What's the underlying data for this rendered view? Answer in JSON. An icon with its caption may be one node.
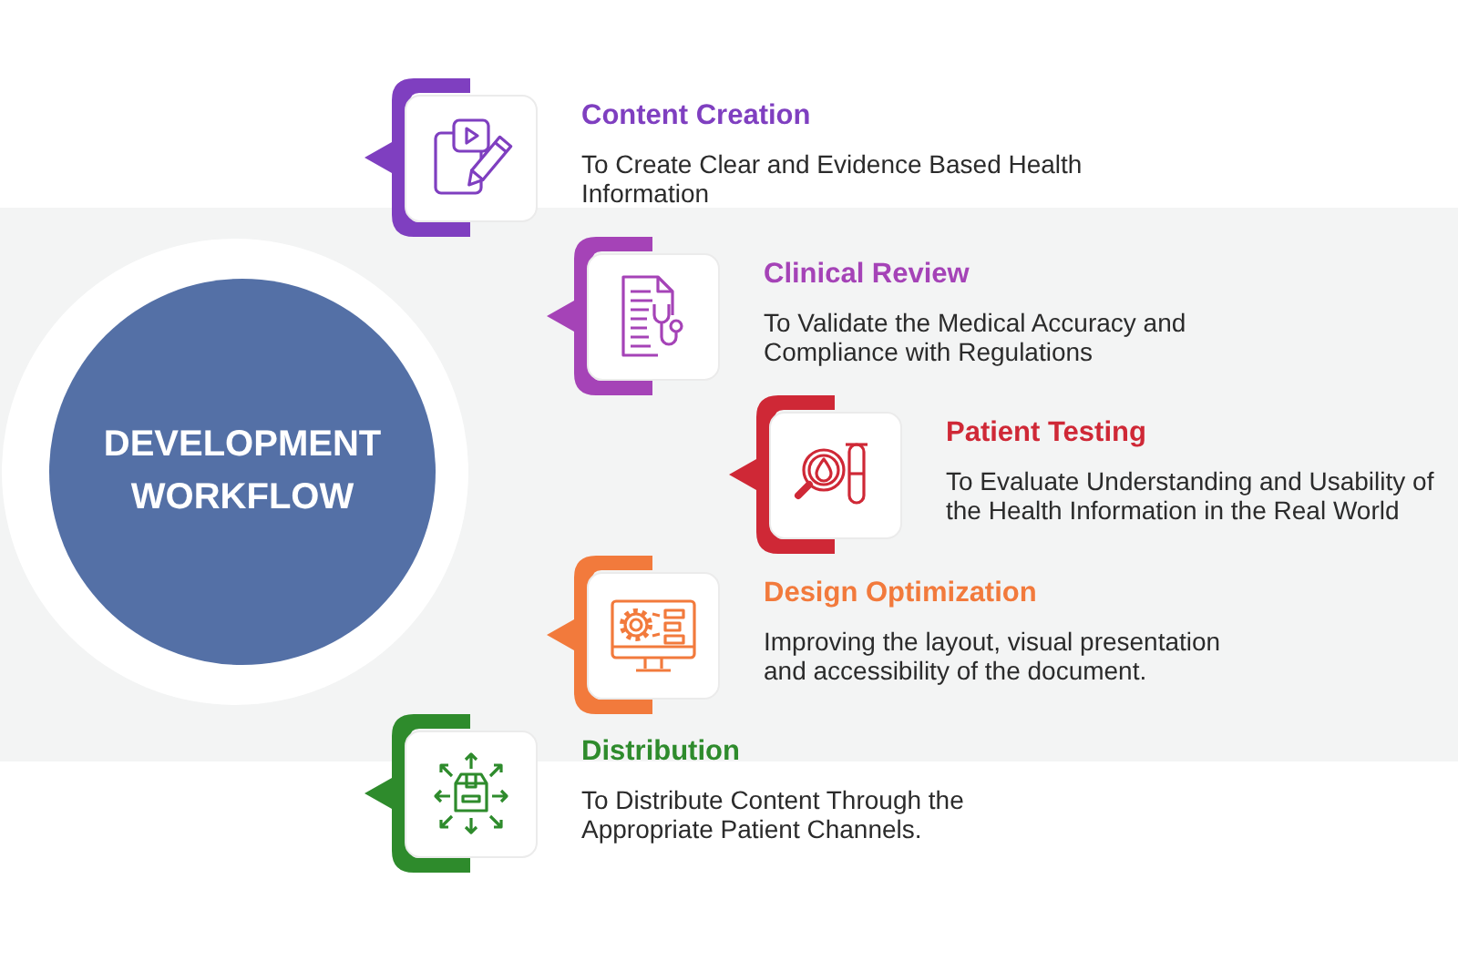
{
  "diagram": {
    "nodes": [
      {
        "text": [
          "DEVELOPMENT WORKFLOW"
        ]
      },
      {
        "text": [
          "Content Creation",
          "To Create Clear and Evidence Based Health Information"
        ]
      },
      {
        "text": [
          "Clinical Review",
          "To Validate the Medical Accuracy and Compliance with Regulations"
        ]
      },
      {
        "text": [
          "Patient Testing",
          "To Evaluate Understanding and Usability of the Health Information in the Real World"
        ]
      },
      {
        "text": [
          "Design Optimization",
          "Improving the layout, visual presentation and accessibility of the document."
        ]
      },
      {
        "text": [
          "Distribution",
          "To Distribute Content Through the Appropriate Patient Channels."
        ]
      }
    ]
  }
}
